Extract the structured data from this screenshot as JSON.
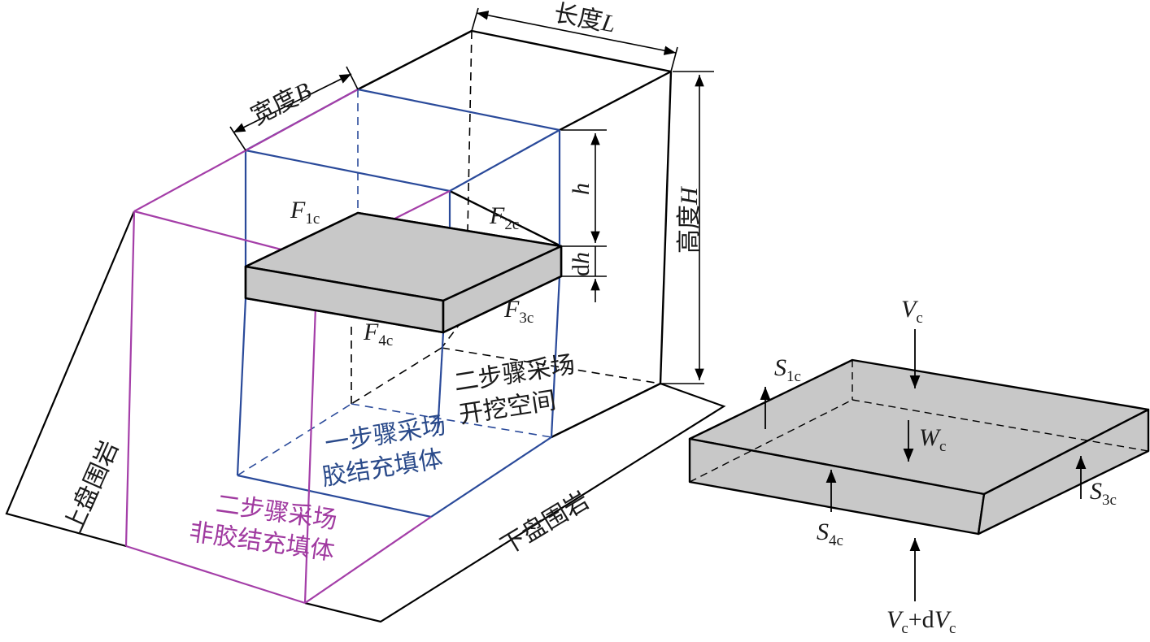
{
  "dimensions": {
    "length": {
      "text": "长度",
      "symbol": "L"
    },
    "width": {
      "text": "宽度",
      "symbol": "B"
    },
    "height": {
      "text": "高度",
      "symbol": "H"
    },
    "h": "h",
    "dh": {
      "d": "d",
      "h": "h"
    }
  },
  "forces": {
    "F1": {
      "sym": "F",
      "sub": "1c"
    },
    "F2": {
      "sym": "F",
      "sub": "2c"
    },
    "F3": {
      "sym": "F",
      "sub": "3c"
    },
    "F4": {
      "sym": "F",
      "sub": "4c"
    }
  },
  "regions": {
    "step2_open": [
      "二步骤采场",
      "开挖空间"
    ],
    "step1_fill": [
      "一步骤采场",
      "胶结充填体"
    ],
    "step2_fill": [
      "二步骤采场",
      "非胶结充填体"
    ],
    "hanging_wall": "上盘围岩",
    "footwall": "下盘围岩"
  },
  "element": {
    "V": {
      "sym": "V",
      "sub": "c"
    },
    "W": {
      "sym": "W",
      "sub": "c"
    },
    "S1": {
      "sym": "S",
      "sub": "1c"
    },
    "S3": {
      "sym": "S",
      "sub": "3c"
    },
    "S4": {
      "sym": "S",
      "sub": "4c"
    },
    "VdV": {
      "sym": "V",
      "sub": "c",
      "plus": "+d",
      "sym2": "V",
      "sub2": "c"
    }
  },
  "colors": {
    "outline": "#000000",
    "blue": "#2a4a9a",
    "magenta": "#a43ea8",
    "slab": "#c8c8c8",
    "region_blue_text": "#2a4a8a",
    "region_magenta_text": "#a03aa0"
  }
}
